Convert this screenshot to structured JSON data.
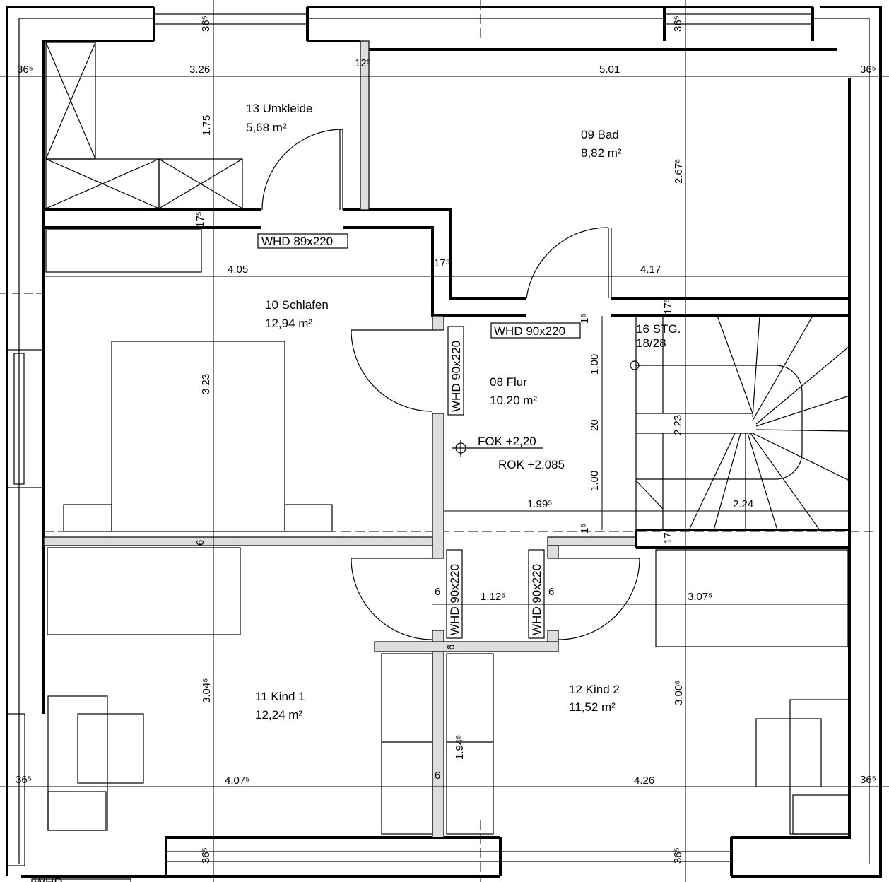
{
  "rooms": {
    "umkleide": {
      "name": "13 Umkleide",
      "area": "5,68  m²"
    },
    "bad": {
      "name": "09 Bad",
      "area": "8,82  m²"
    },
    "schlafen": {
      "name": "10 Schlafen",
      "area": "12,94  m²"
    },
    "flur": {
      "name": "08 Flur",
      "area": "10,20  m²"
    },
    "kind1": {
      "name": "11 Kind 1",
      "area": "12,24  m²"
    },
    "kind2": {
      "name": "12 Kind 2",
      "area": "11,52  m²"
    }
  },
  "doors": {
    "umkleide": "WHD  89x220",
    "flur_top": "WHD  90x220",
    "schlafen": "WHD  90x220",
    "kind1": "WHD  90x220",
    "kind2": "WHD  90x220",
    "bottom_partial": "WHD"
  },
  "stairs": {
    "label": "16 STG.",
    "ratio": "18/28"
  },
  "levels": {
    "fok": "FOK +2,20",
    "rok": "ROK +2,085"
  },
  "dims": {
    "wall_left_top": "36⁵",
    "wall_right_top": "36⁵",
    "wall_left_bottom": "36⁵",
    "wall_right_bottom": "36⁵",
    "wall_top_left": "36⁵",
    "wall_top_right": "36⁵",
    "wall_bottom_left": "36⁵",
    "wall_bottom_right": "36⁵",
    "umkleide_w": "3.26",
    "bad_w": "5.01",
    "wall_12_5": "12⁵",
    "umkleide_h": "1.75",
    "wall_17_5_a": "17⁵",
    "bad_h": "2.67⁵",
    "schlafen_w": "4.05",
    "wall_17_5_b": "17⁵",
    "flur_w_top": "4.17",
    "wall_1_5_a": "1⁵",
    "wall_17_5_c": "17⁵",
    "schlafen_h": "3.23",
    "stair_1": "1.00",
    "stair_20": "20",
    "stair_h": "2.23",
    "stair_2": "1.00",
    "flur_w": "1.99⁵",
    "stair_w": "2.24",
    "wall_1_5_b": "1⁵",
    "wall_17_5_d": "17⁵",
    "wall_6_a": "6",
    "wall_6_b": "6",
    "kind_corr_w": "1.12⁵",
    "wall_6_c": "6",
    "kind2_w_top": "3.07⁵",
    "wall_6_d": "6",
    "kind1_h": "3.04⁵",
    "kind2_h": "3.00⁵",
    "wardrobe_h": "1.94⁵",
    "wall_6_e": "6",
    "kind1_w": "4.07⁵",
    "kind2_w": "4.26"
  }
}
